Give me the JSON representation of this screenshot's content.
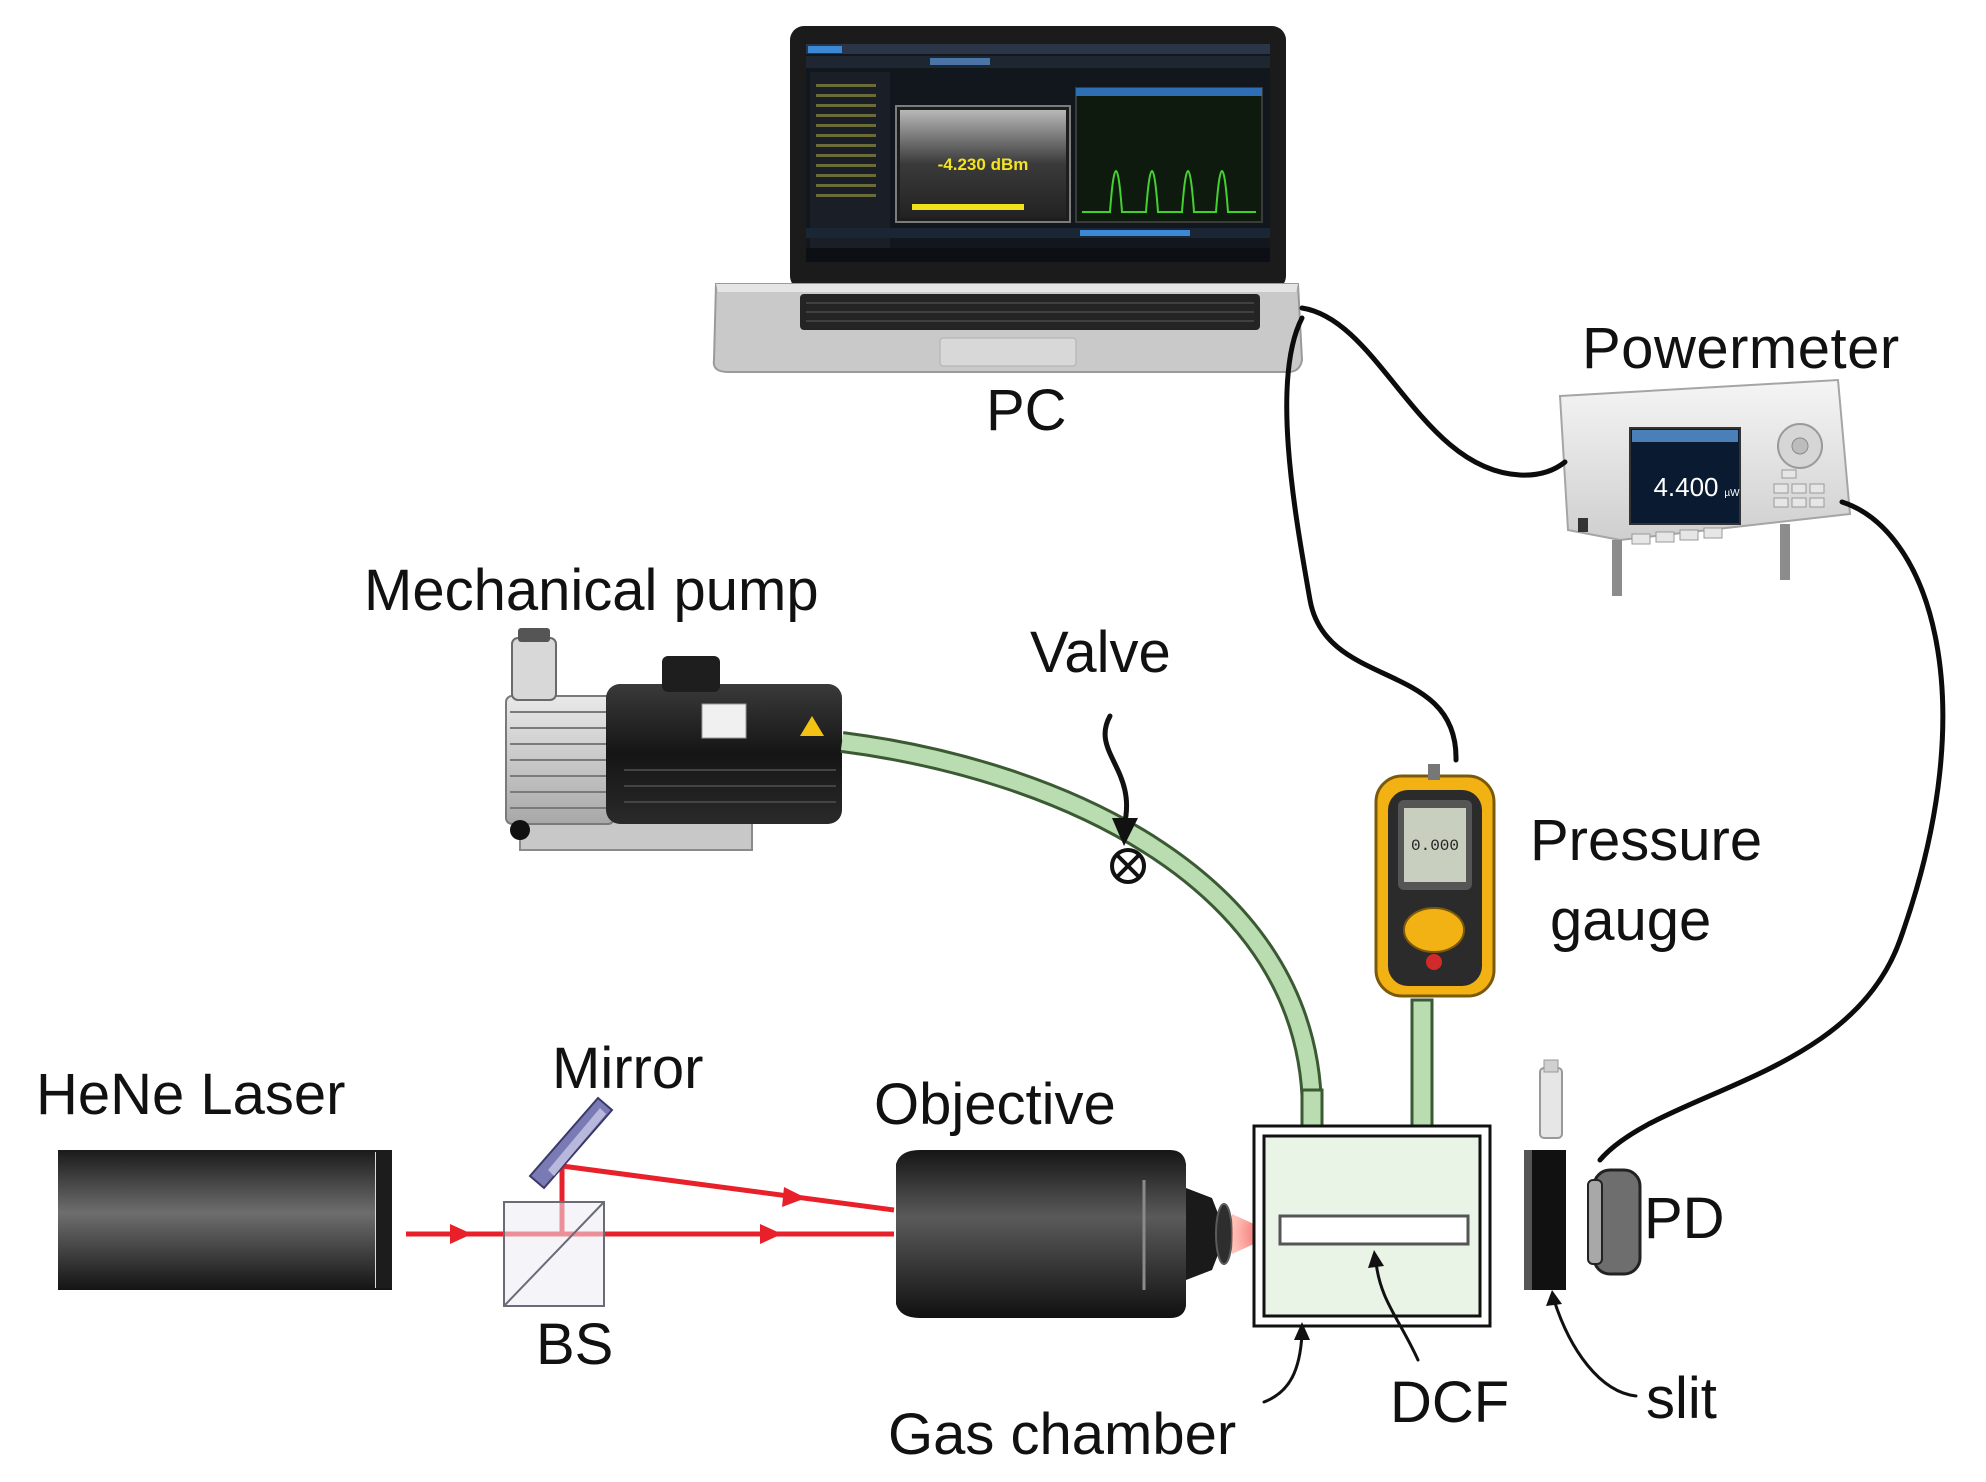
{
  "labels": {
    "pc": "PC",
    "powermeter": "Powermeter",
    "mechanical_pump": "Mechanical pump",
    "valve": "Valve",
    "pressure_gauge_line1": "Pressure",
    "pressure_gauge_line2": "gauge",
    "hene_laser": "HeNe Laser",
    "mirror": "Mirror",
    "objective": "Objective",
    "bs": "BS",
    "pd": "PD",
    "gas_chamber": "Gas chamber",
    "dcf": "DCF",
    "slit": "slit"
  },
  "screen": {
    "reading": "-4.230 dBm"
  },
  "powermeter_display": {
    "reading": "4.400",
    "unit": "µW"
  },
  "pressure_gauge_display": {
    "reading": "0.000"
  },
  "colors": {
    "laser_beam": "#e8202a",
    "tube": "#b9dcb0",
    "tube_edge": "#3b5a34",
    "chamber_fill": "#e9f4e6",
    "gauge_body": "#f3b213",
    "screen_trace": "#43d12e",
    "screen_bar": "#f0e21a"
  },
  "icons": {
    "valve": "circle-cross-icon",
    "arrows": "curved-arrow-icon"
  }
}
